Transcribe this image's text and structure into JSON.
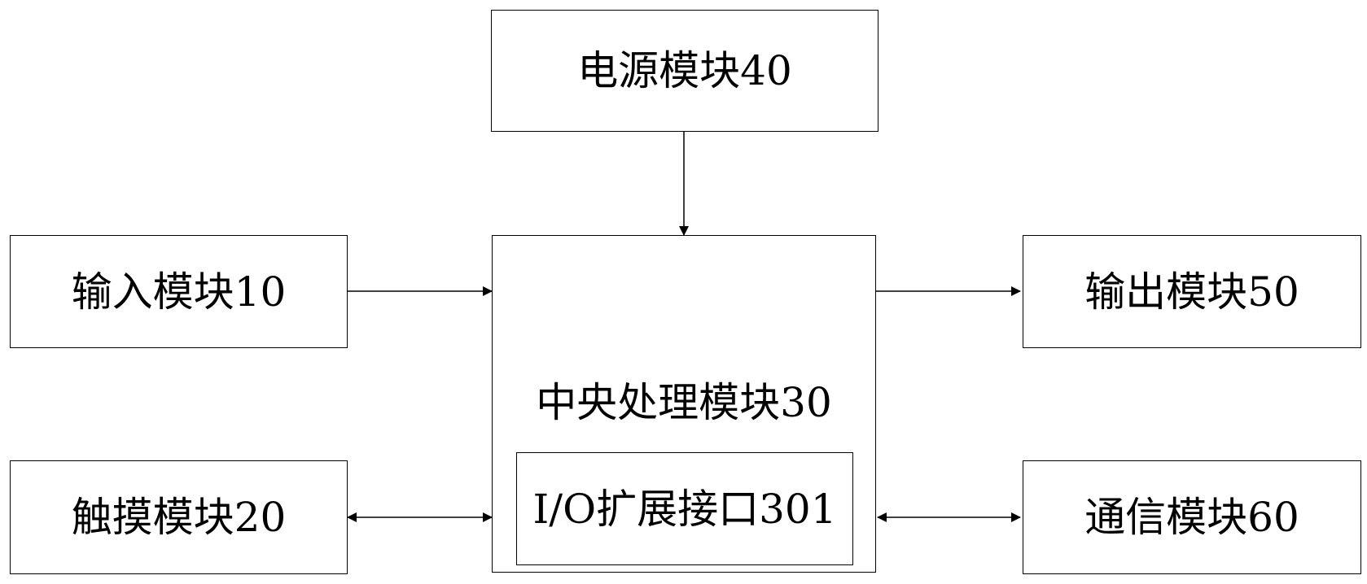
{
  "modules": {
    "power": "电源模块40",
    "input": "输入模块10",
    "cpu": "中央处理模块30",
    "io": "I/O扩展接口301",
    "output": "输出模块50",
    "touch": "触摸模块20",
    "comm": "通信模块60"
  }
}
